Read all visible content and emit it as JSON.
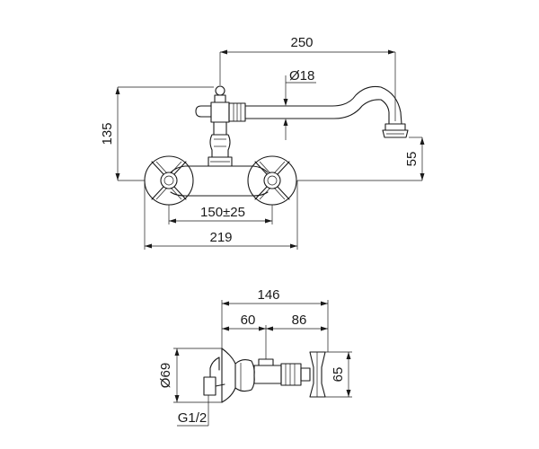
{
  "front_view": {
    "dim_spout_reach": "250",
    "dim_spout_diameter": "Ø18",
    "dim_height": "135",
    "dim_spout_outlet": "55",
    "dim_centers": "150±25",
    "dim_overall_width": "219"
  },
  "side_view": {
    "dim_overall_depth": "146",
    "dim_to_spout": "60",
    "dim_handle_offset": "86",
    "dim_rosette_diameter": "Ø69",
    "dim_handle_height": "65",
    "dim_thread": "G1/2"
  }
}
